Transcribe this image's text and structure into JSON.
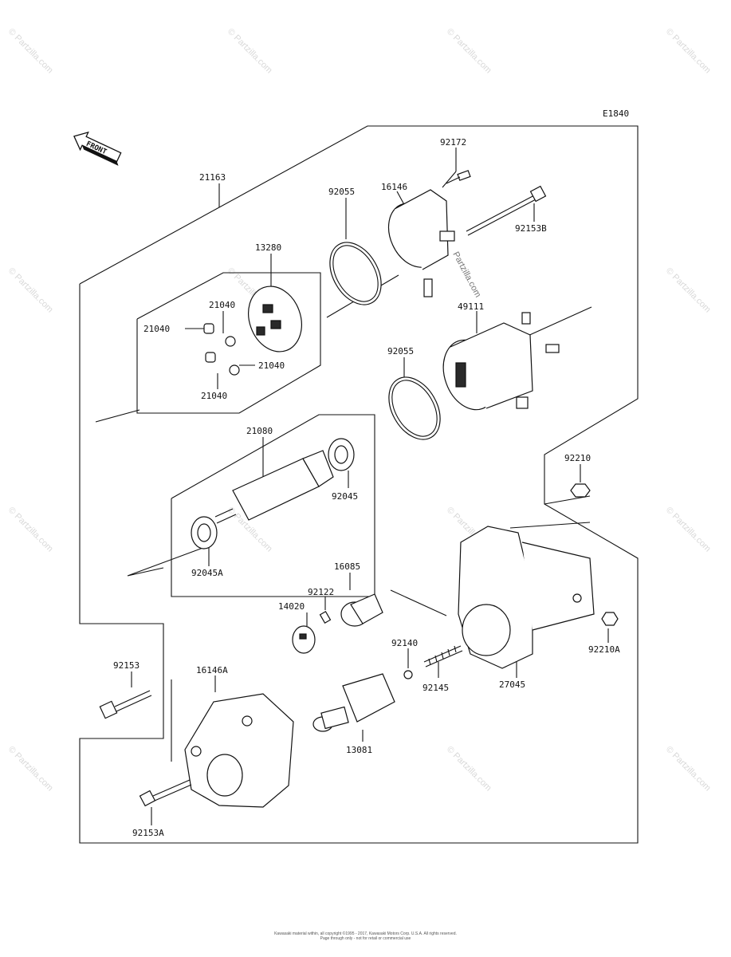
{
  "diagram_code": "E1840",
  "front_label": "FRONT",
  "watermark": "© Partzilla.com",
  "inline_watermark": "Partzilla.com",
  "parts": {
    "p21163": "21163",
    "p92172": "92172",
    "p16146": "16146",
    "p92055a": "92055",
    "p92153b": "92153B",
    "p13280": "13280",
    "p21040a": "21040",
    "p21040b": "21040",
    "p21040c": "21040",
    "p21040d": "21040",
    "p49111": "49111",
    "p92055b": "92055",
    "p21080": "21080",
    "p92045": "92045",
    "p92045a": "92045A",
    "p92210": "92210",
    "p16085": "16085",
    "p92122": "92122",
    "p14020": "14020",
    "p92140": "92140",
    "p92145": "92145",
    "p27045": "27045",
    "p92210a": "92210A",
    "p92153": "92153",
    "p16146a": "16146A",
    "p13081": "13081",
    "p92153a": "92153A"
  },
  "footer": {
    "line1": "Kawasaki material within, all copyright ©1995 - 2017, Kawasaki Motors Corp. U.S.A. All rights reserved.",
    "line2": "Page through only - not for retail or commercial use"
  }
}
